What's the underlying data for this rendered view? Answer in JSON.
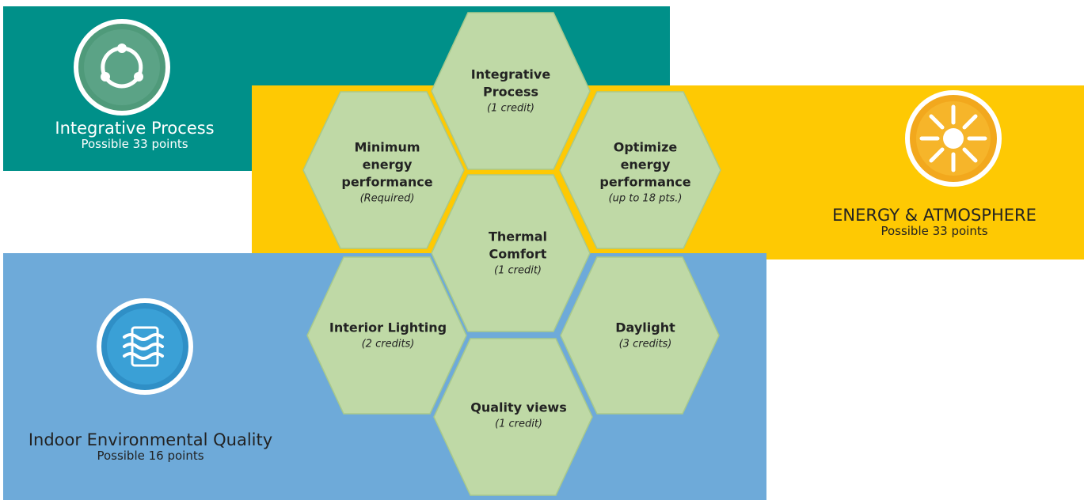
{
  "categories": {
    "integrative_process": {
      "name": "Integrative Process",
      "points": "Possible 33 points",
      "icon": "cycle-icon",
      "color": "#009089"
    },
    "energy_atmosphere": {
      "name": "ENERGY & ATMOSPHERE",
      "points": "Possible 33 points",
      "icon": "sun-icon",
      "color": "#fec903"
    },
    "indoor_environmental_quality": {
      "name": "Indoor Environmental Quality",
      "points": "Possible 16 points",
      "icon": "air-flow-icon",
      "color": "#6eaad9"
    }
  },
  "credits": [
    {
      "name": "Integrative Process",
      "note": "(1 credit)"
    },
    {
      "name": "Minimum energy performance",
      "note": "(Required)"
    },
    {
      "name": "Optimize energy performance",
      "note": "(up to 18 pts.)"
    },
    {
      "name": "Thermal Comfort",
      "note": "(1 credit)"
    },
    {
      "name": "Interior Lighting",
      "note": "(2 credits)"
    },
    {
      "name": "Daylight",
      "note": "(3 credits)"
    },
    {
      "name": "Quality views",
      "note": "(1 credit)"
    }
  ],
  "colors": {
    "hex_fill": "#bfd9a6",
    "hex_stroke": "#a8c98c"
  }
}
